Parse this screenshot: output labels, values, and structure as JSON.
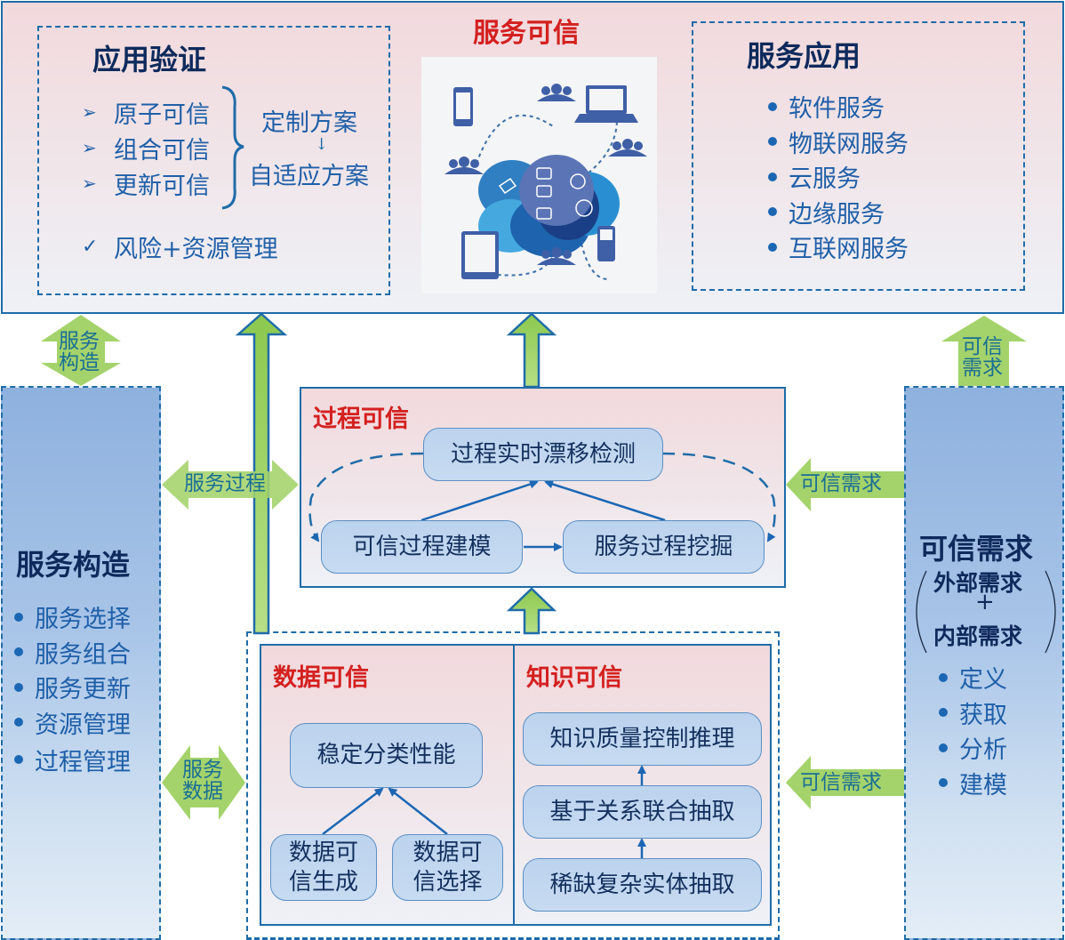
{
  "top_panel": {
    "center_title": "服务可信",
    "app_verification": {
      "title": "应用验证",
      "trust_items": [
        "原子可信",
        "组合可信",
        "更新可信"
      ],
      "scheme_from": "定制方案",
      "scheme_to": "自适应方案",
      "check_item": "风险+资源管理"
    },
    "service_application": {
      "title": "服务应用",
      "items": [
        "软件服务",
        "物联网服务",
        "云服务",
        "边缘服务",
        "互联网服务"
      ]
    },
    "illustration": "cloud-services-illustration"
  },
  "left_panel": {
    "title": "服务构造",
    "items": [
      "服务选择",
      "服务组合",
      "服务更新",
      "资源管理",
      "过程管理"
    ]
  },
  "right_panel": {
    "title": "可信需求",
    "sub_top": "外部需求",
    "sub_plus": "+",
    "sub_bottom": "内部需求",
    "items": [
      "定义",
      "获取",
      "分析",
      "建模"
    ]
  },
  "process_panel": {
    "title": "过程可信",
    "nodes": {
      "drift": "过程实时漂移检测",
      "modeling": "可信过程建模",
      "mining": "服务过程挖掘"
    }
  },
  "data_panel": {
    "title": "数据可信",
    "nodes": {
      "stable": "稳定分类性能",
      "generate": "数据可\n信生成",
      "select": "数据可\n信选择"
    }
  },
  "knowledge_panel": {
    "title": "知识可信",
    "nodes": [
      "知识质量控制推理",
      "基于关系联合抽取",
      "稀缺复杂实体抽取"
    ]
  },
  "connector_labels": {
    "service_construction": "服务\n构造",
    "service_process": "服务过程",
    "service_data": "服务\n数据",
    "trust_req_top": "可信\n需求",
    "trust_req_process": "可信需求",
    "trust_req_data": "可信需求"
  },
  "colors": {
    "border_blue": "#1f6ca8",
    "green_arrow": "#a4d36b",
    "title_red": "#d42020",
    "title_dark": "#0e2a5c"
  }
}
